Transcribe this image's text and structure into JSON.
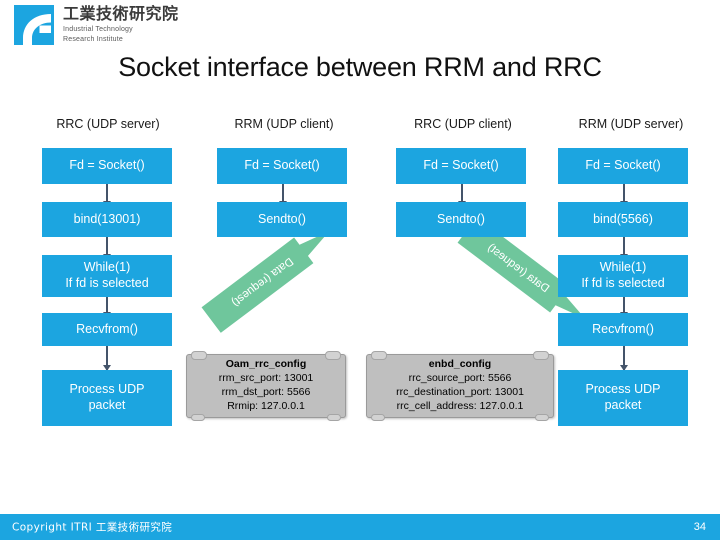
{
  "logo": {
    "mark": "itri-arc-logo",
    "name_cn": "工業技術研究院",
    "name_en_line1": "Industrial Technology",
    "name_en_line2": "Research Institute"
  },
  "slide": {
    "title": "Socket interface between RRM and RRC"
  },
  "colors": {
    "accent_blue": "#1CA5E0",
    "arrow_green": "#6FC69C",
    "connector_gray": "#44546A",
    "callout_gray": "#BFBFBF"
  },
  "columns": [
    {
      "header": "RRC (UDP server)"
    },
    {
      "header": "RRM (UDP client)"
    },
    {
      "header": "RRC (UDP client)"
    },
    {
      "header": "RRM (UDP server)"
    }
  ],
  "boxes": {
    "c1": [
      "Fd = Socket()",
      "bind(13001)",
      "While(1)\nIf fd is selected",
      "Recvfrom()",
      "Process UDP\npacket"
    ],
    "c2": [
      "Fd = Socket()",
      "Sendto()"
    ],
    "c3": [
      "Fd = Socket()",
      "Sendto()"
    ],
    "c4": [
      "Fd = Socket()",
      "bind(5566)",
      "While(1)\nIf fd is selected",
      "Recvfrom()",
      "Process UDP\npacket"
    ]
  },
  "arrows": {
    "left_label": "Data (request)",
    "right_label": "Data (request)"
  },
  "callouts": {
    "left": {
      "title": "Oam_rrc_config",
      "lines": [
        "rrm_src_port: 13001",
        "rrm_dst_port: 5566",
        "Rrmip: 127.0.0.1"
      ]
    },
    "right": {
      "title": "enbd_config",
      "lines": [
        "rrc_source_port: 5566",
        "rrc_destination_port: 13001",
        "rrc_cell_address: 127.0.0.1"
      ]
    }
  },
  "footer": {
    "copyright": "Copyright ITRI 工業技術研究院",
    "page_number": "34"
  }
}
